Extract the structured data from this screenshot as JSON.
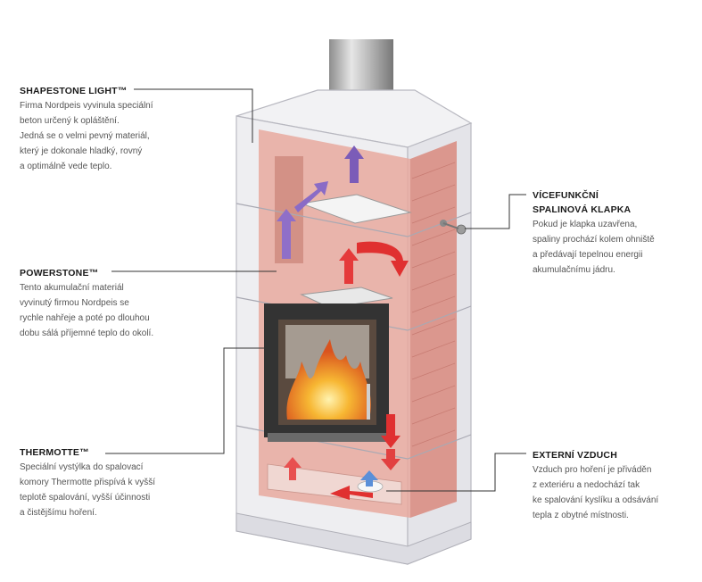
{
  "callouts": {
    "shapestone": {
      "title": "SHAPESTONE LIGHT™",
      "lines": [
        "Firma Nordpeis vyvinula speciální",
        "beton určený k opláštění.",
        "Jedná se o velmi pevný materiál,",
        "který je dokonale hladký, rovný",
        "a optimálně vede teplo."
      ]
    },
    "powerstone": {
      "title": "POWERSTONE™",
      "lines": [
        "Tento akumulační materiál",
        "vyvinutý firmou Nordpeis se",
        "rychle nahřeje a poté po dlouhou",
        "dobu sálá příjemné teplo do okolí."
      ]
    },
    "thermotte": {
      "title": "THERMOTTE™",
      "lines": [
        "Speciální vystýlka do spalovací",
        "komory Thermotte přispívá k vyšší",
        "teplotě spalování, vyšší účinnosti",
        "a čistějšímu hoření."
      ]
    },
    "klapka": {
      "title_lines": [
        "VÍCEFUNKČNÍ",
        "SPALINOVÁ KLAPKA"
      ],
      "lines": [
        "Pokud je klapka uzavřena,",
        "spaliny prochází kolem ohniště",
        "a předávají tepelnou energii",
        "akumulačnímu jádru."
      ]
    },
    "vzduch": {
      "title": "EXTERNÍ VZDUCH",
      "lines": [
        "Vzduch pro hoření je přiváděn",
        "z exteriéru a nedochází tak",
        "ke spalování kyslíku a odsávání",
        "tepla z obytné místnosti."
      ]
    }
  },
  "colors": {
    "core": "#e8a99f",
    "core_dark": "#d98e84",
    "shell": "#e9e9ee",
    "arrow_red": "#e03030",
    "arrow_purple": "#7b5cb8",
    "arrow_blue": "#5a8fd8",
    "flame": "#f5a21b",
    "door": "#333333"
  }
}
